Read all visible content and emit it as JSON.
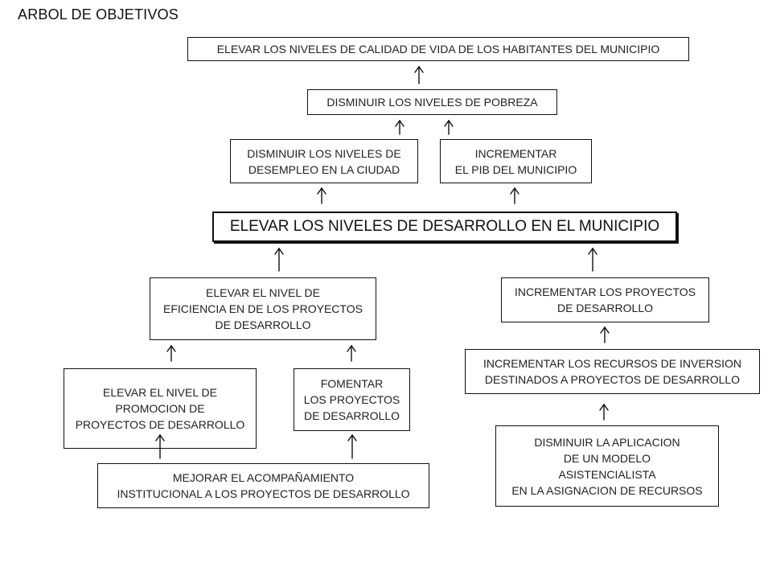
{
  "title": "ARBOL DE OBJETIVOS",
  "nodes": {
    "top": "ELEVAR LOS NIVELES DE CALIDAD DE VIDA DE LOS HABITANTES DEL MUNICIPIO",
    "pobreza": "DISMINUIR LOS NIVELES DE  POBREZA",
    "desempleo": "DISMINUIR LOS NIVELES DE\nDESEMPLEO EN LA CIUDAD",
    "pib": "INCREMENTAR\nEL PIB DEL MUNICIPIO",
    "central": "ELEVAR LOS NIVELES DE DESARROLLO EN EL MUNICIPIO",
    "eficiencia": "ELEVAR EL NIVEL DE\nEFICIENCIA EN DE LOS PROYECTOS\nDE DESARROLLO",
    "incr_proyectos": "INCREMENTAR LOS PROYECTOS\nDE DESARROLLO",
    "incr_recursos": "INCREMENTAR LOS RECURSOS DE INVERSION\nDESTINADOS A PROYECTOS DE DESARROLLO",
    "promocion": "ELEVAR EL NIVEL DE\nPROMOCION DE\nPROYECTOS DE DESARROLLO",
    "fomentar": "FOMENTAR\nLOS PROYECTOS\nDE DESARROLLO",
    "acompanamiento": "MEJORAR EL ACOMPAÑAMIENTO\nINSTITUCIONAL A LOS PROYECTOS DE DESARROLLO",
    "asistencialista": "DISMINUIR LA APLICACION\nDE UN MODELO\nASISTENCIALISTA\nEN LA ASIGNACION DE RECURSOS"
  },
  "colors": {
    "line": "#111111",
    "text": "#222222",
    "background": "#ffffff"
  }
}
